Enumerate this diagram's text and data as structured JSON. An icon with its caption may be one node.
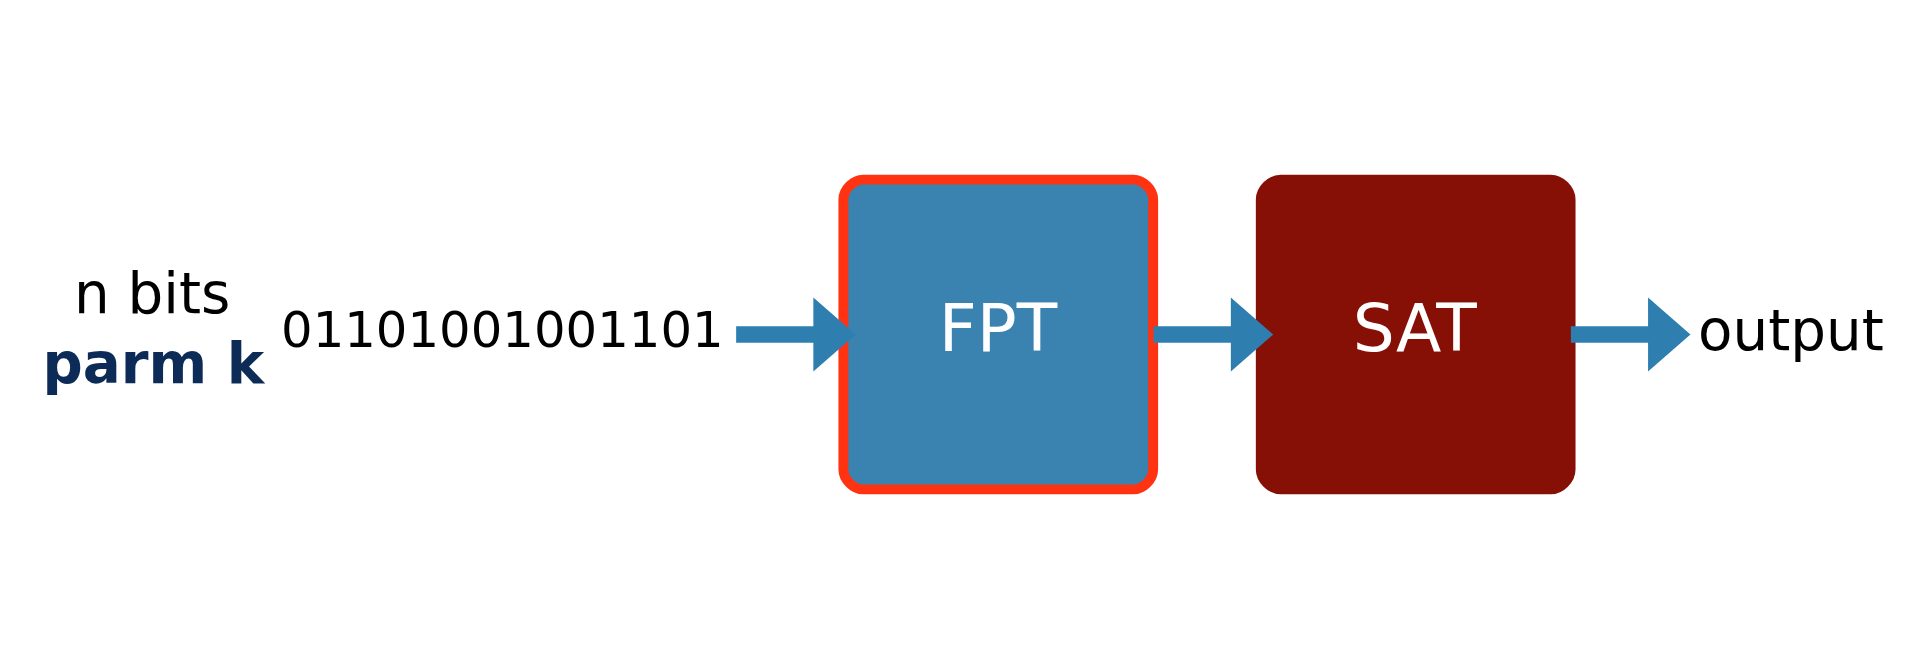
{
  "diagram": {
    "nodes": [
      {
        "text": [
          "n bits",
          "parm k"
        ],
        "beside": [
          "01101001001101"
        ]
      },
      {
        "text": [
          "FPT"
        ]
      },
      {
        "text": [
          "SAT"
        ]
      },
      {
        "text": [
          "output"
        ]
      }
    ],
    "edges": [
      {
        "from": 0,
        "to": 1,
        "arrow": "to"
      },
      {
        "from": 1,
        "to": 2,
        "arrow": "to"
      },
      {
        "from": 2,
        "to": 3,
        "arrow": "to"
      }
    ]
  }
}
